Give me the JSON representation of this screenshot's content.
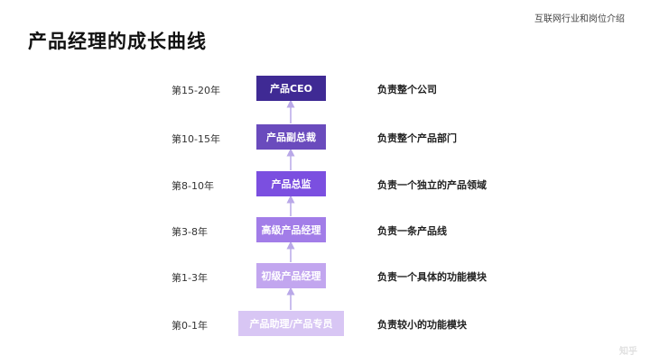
{
  "header": {
    "category": "互联网行业和岗位介绍",
    "title": "产品经理的成长曲线"
  },
  "levels": [
    {
      "years": "第15-20年",
      "role": "产品CEO",
      "duty": "负责整个公司",
      "color": "#3f2a94"
    },
    {
      "years": "第10-15年",
      "role": "产品副总裁",
      "duty": "负责整个产品部门",
      "color": "#6a4bbd"
    },
    {
      "years": "第8-10年",
      "role": "产品总监",
      "duty": "负责一个独立的产品领域",
      "color": "#7b4fe0"
    },
    {
      "years": "第3-8年",
      "role": "高级产品经理",
      "duty": "负责一条产品线",
      "color": "#a27de8"
    },
    {
      "years": "第1-3年",
      "role": "初级产品经理",
      "duty": "负责一个具体的功能模块",
      "color": "#c2a6ef"
    },
    {
      "years": "第0-1年",
      "role": "产品助理/产品专员",
      "duty": "负责较小的功能模块",
      "color": "#d8c6f4"
    }
  ],
  "arrow_color": "#b9a8e8",
  "watermark": "知乎"
}
